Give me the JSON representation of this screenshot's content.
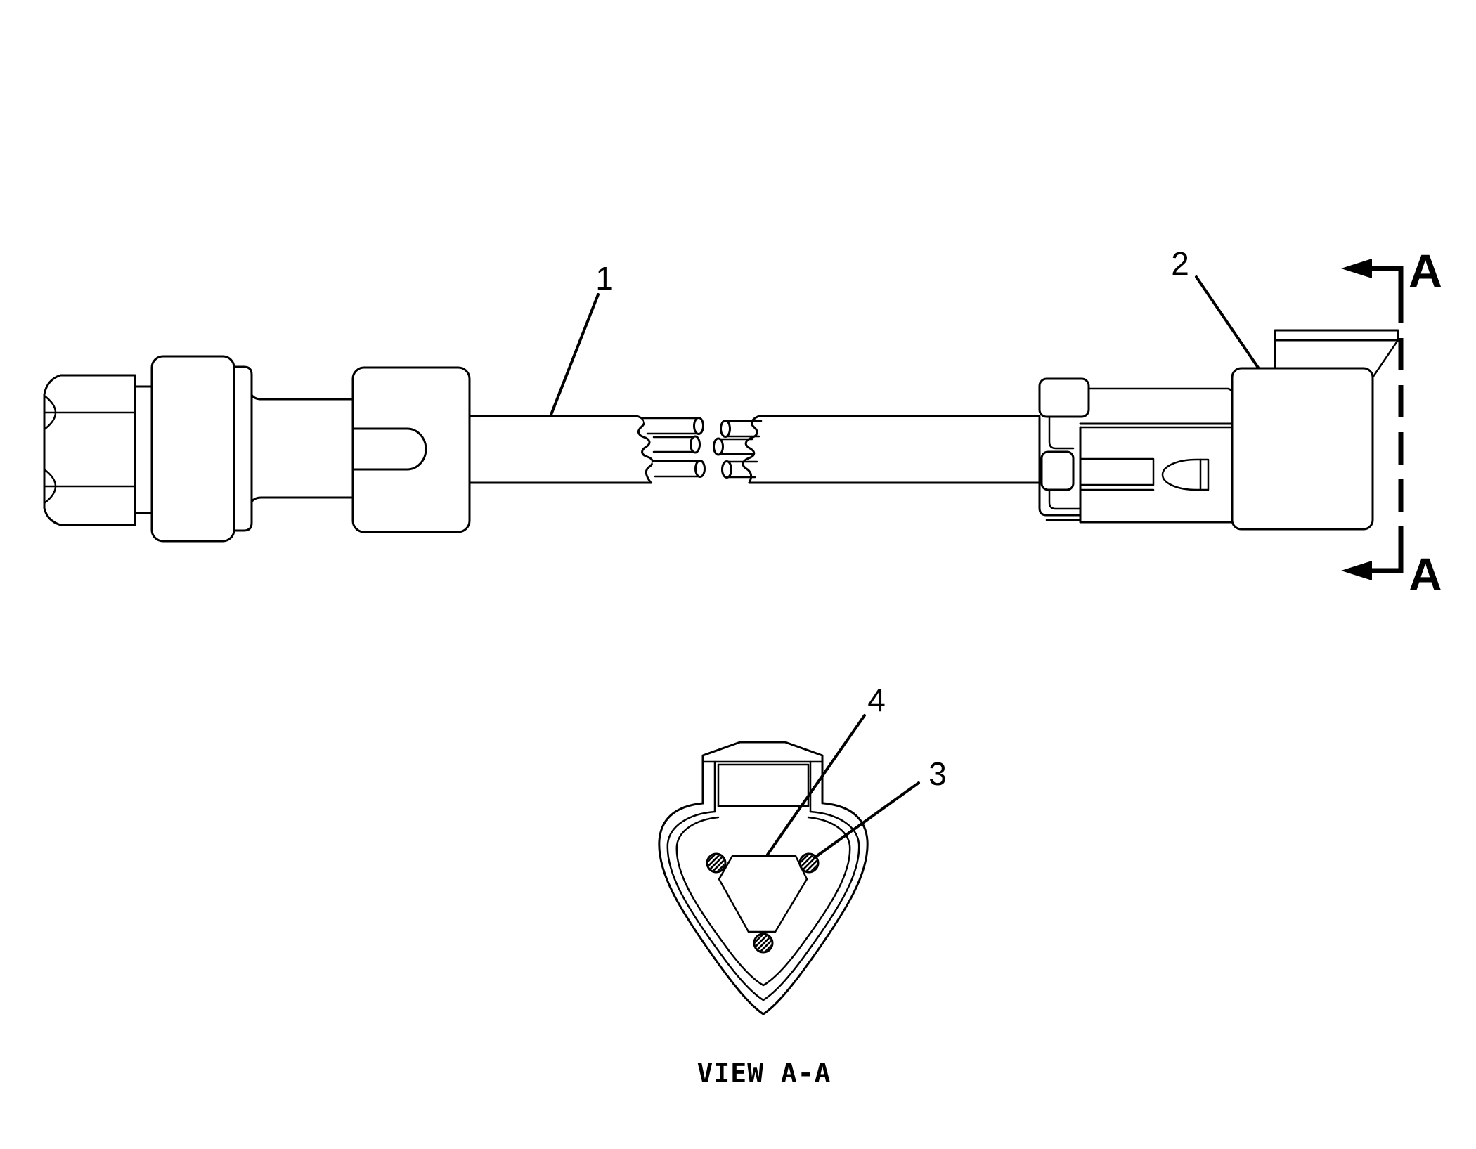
{
  "theme": {
    "line": "#000000",
    "bg": "#ffffff"
  },
  "drawing": {
    "type": "technical-parts-diagram",
    "callouts": {
      "cable": "1",
      "connector": "2",
      "pin": "3",
      "wedge": "4"
    },
    "section_marker": {
      "top": "A",
      "bottom": "A"
    },
    "view_label": "VIEW A-A"
  }
}
